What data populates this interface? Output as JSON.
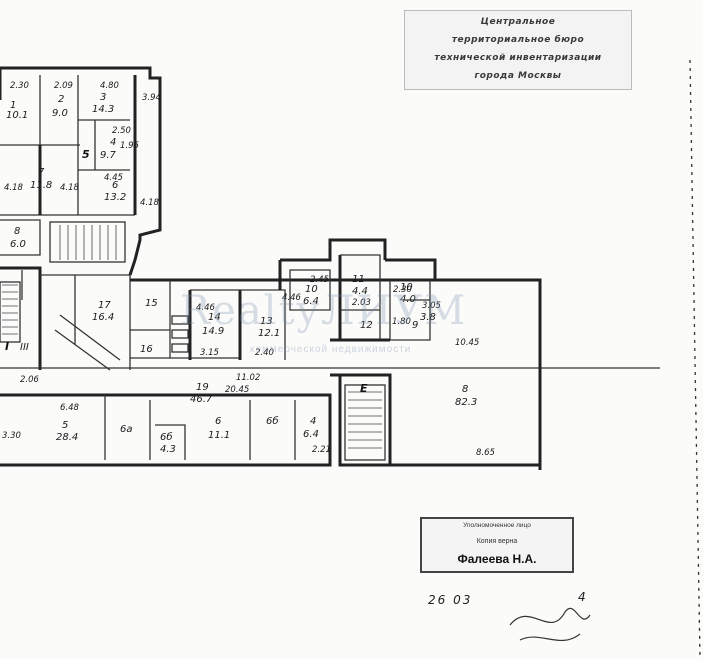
{
  "stamp_top": {
    "lines": [
      "Центральное",
      "территориальное бюро",
      "технической инвентаризации",
      "города Москвы"
    ]
  },
  "stamp_bottom": {
    "line1": "Уполномоченное лицо",
    "line2": "Копия верна",
    "name": "Фалеева Н.А."
  },
  "date": "26 03",
  "date_extra": "4",
  "watermark": {
    "main": "RealtyЛИУМ",
    "sub": "коммерческой недвижимости"
  },
  "rooms": [
    {
      "id": "r1",
      "num": "1",
      "area": "10.1"
    },
    {
      "id": "r2",
      "num": "2",
      "area": "9.0"
    },
    {
      "id": "r3",
      "num": "3",
      "area": "14.3"
    },
    {
      "id": "r4",
      "num": "4",
      "area": "9.7"
    },
    {
      "id": "r5",
      "num": "5",
      "area": ""
    },
    {
      "id": "r6",
      "num": "6",
      "area": "13.2"
    },
    {
      "id": "r7",
      "num": "7",
      "area": "11.8"
    },
    {
      "id": "r8",
      "num": "8",
      "area": "6.0"
    },
    {
      "id": "r17",
      "num": "17",
      "area": "16.4"
    },
    {
      "id": "r15",
      "num": "15",
      "area": ""
    },
    {
      "id": "r16",
      "num": "16",
      "area": ""
    },
    {
      "id": "r14",
      "num": "14",
      "area": "14.9"
    },
    {
      "id": "r13",
      "num": "13",
      "area": "12.1"
    },
    {
      "id": "r10a",
      "num": "10",
      "area": "6.4"
    },
    {
      "id": "r11",
      "num": "11",
      "area": "4.4"
    },
    {
      "id": "r12",
      "num": "12",
      "area": ""
    },
    {
      "id": "r10b",
      "num": "10",
      "area": "4.0"
    },
    {
      "id": "r9",
      "num": "9",
      "area": "3.8"
    },
    {
      "id": "r8big",
      "num": "8",
      "area": "82.3"
    },
    {
      "id": "rI",
      "num": "I",
      "area": ""
    },
    {
      "id": "rIII",
      "num": "III",
      "area": ""
    },
    {
      "id": "rE",
      "num": "Е",
      "area": ""
    },
    {
      "id": "r19",
      "num": "19",
      "area": "46.7"
    },
    {
      "id": "r5b",
      "num": "5",
      "area": "28.4"
    },
    {
      "id": "r6a",
      "num": "6а",
      "area": ""
    },
    {
      "id": "r66",
      "num": "6б",
      "area": "4.3"
    },
    {
      "id": "r6b",
      "num": "6",
      "area": "11.1"
    },
    {
      "id": "r6c",
      "num": "6б",
      "area": ""
    },
    {
      "id": "r4b",
      "num": "4",
      "area": "6.4"
    }
  ],
  "dimensions": [
    "2.30",
    "2.09",
    "4.80",
    "3.94",
    "2.50",
    "1.95",
    "4.45",
    "4.18",
    "4.18",
    "4.18",
    "4.46",
    "3.15",
    "2.40",
    "4.46",
    "2.45",
    "2.03",
    "2.30",
    "3.05",
    "1.80",
    "10.45",
    "2.06",
    "6.48",
    "11.02",
    "20.45",
    "3.30",
    "2.21",
    "8.65"
  ]
}
